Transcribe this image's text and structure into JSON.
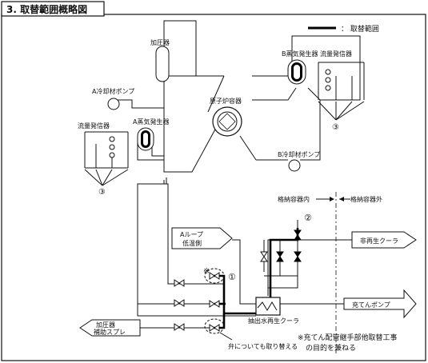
{
  "title": "3. 取替範囲概略図",
  "legend": {
    "label": "： 取替範囲"
  },
  "components": {
    "pressurizer": "加圧器",
    "a_pump": "A冷却材ポンプ",
    "a_sg": "A蒸気発生器",
    "a_flow": "流量発信器",
    "vessel": "原子炉容器",
    "b_sg": "B蒸気発生器",
    "b_flow": "流量発信器",
    "b_pump": "B冷却材ポンプ",
    "regen_hx": "抽出水再生クーラ"
  },
  "markers": {
    "m1": "①",
    "m2": "②",
    "m3a": "③",
    "m3b": "③",
    "note_mark": "※"
  },
  "boundary": {
    "inside": "格納容器内",
    "outside": "格納容器外"
  },
  "flows": {
    "aloop_l1": "Aループ",
    "aloop_l2": "低温側",
    "nonregen": "非再生クーラ",
    "charging_pump": "充てんポンプ",
    "spray_l1": "加圧器",
    "spray_l2": "補助スプレ"
  },
  "notes": {
    "valve_note": "弁についても取り替える",
    "footnote_l1": "※充てん配管継手部他取替工事",
    "footnote_l2": "の目的を兼ねる"
  }
}
